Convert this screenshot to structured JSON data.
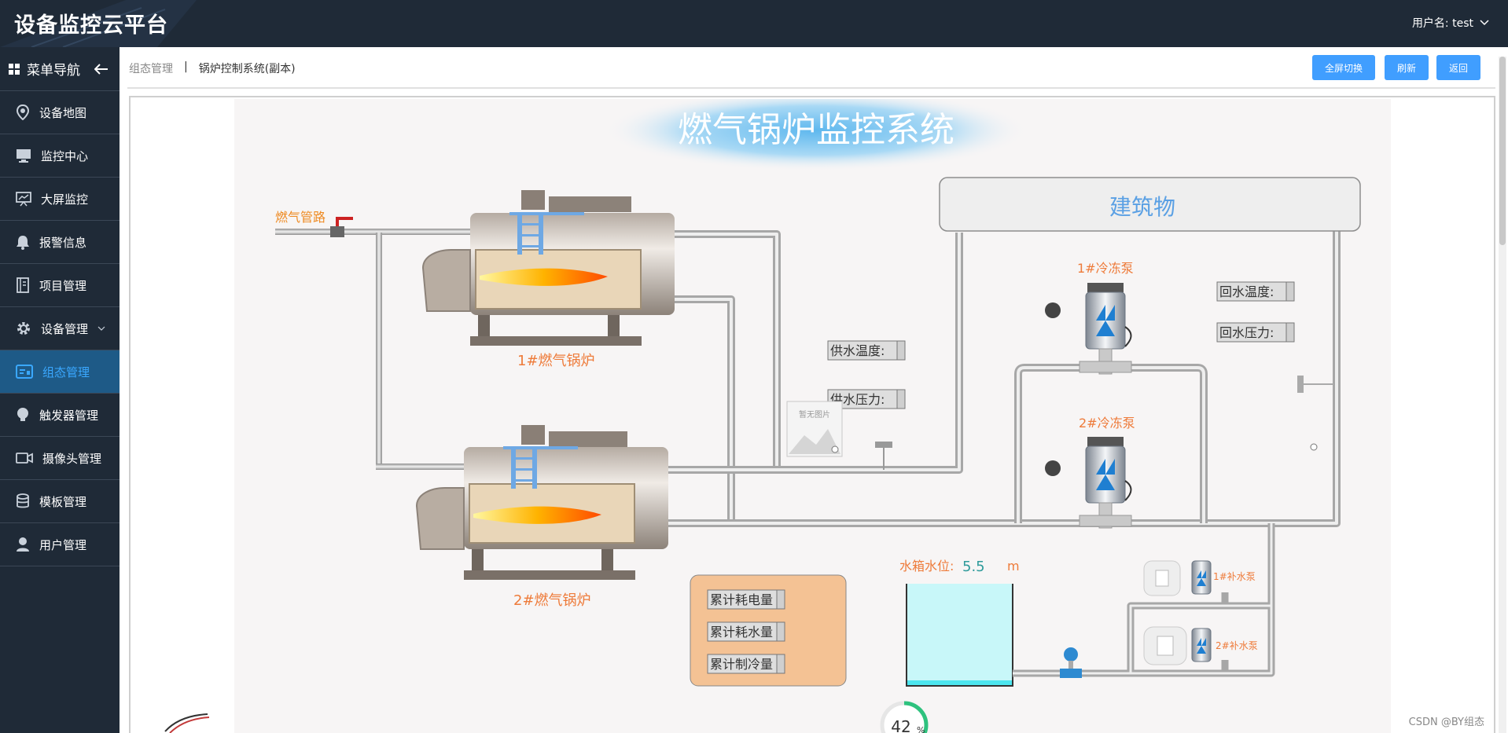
{
  "app": {
    "title": "设备监控云平台",
    "user_label": "用户名: test"
  },
  "sidebar": {
    "header": "菜单导航",
    "items": [
      {
        "label": "设备地图",
        "icon": "map-pin-icon"
      },
      {
        "label": "监控中心",
        "icon": "monitor-icon"
      },
      {
        "label": "大屏监控",
        "icon": "presentation-icon"
      },
      {
        "label": "报警信息",
        "icon": "bell-icon"
      },
      {
        "label": "项目管理",
        "icon": "book-icon"
      },
      {
        "label": "设备管理",
        "icon": "gear-icon"
      },
      {
        "label": "组态管理",
        "icon": "dashboard-card-icon"
      },
      {
        "label": "触发器管理",
        "icon": "bulb-icon"
      },
      {
        "label": "摄像头管理",
        "icon": "camera-icon"
      },
      {
        "label": "模板管理",
        "icon": "database-icon"
      },
      {
        "label": "用户管理",
        "icon": "user-icon"
      }
    ],
    "active_index": 6
  },
  "breadcrumb": {
    "root": "组态管理",
    "separator": "|",
    "current": "锅炉控制系统(副本)"
  },
  "toolbar": {
    "fullscreen": "全屏切换",
    "refresh": "刷新",
    "back": "返回"
  },
  "scene": {
    "title": "燃气锅炉监控系统",
    "gas_pipe_label": "燃气管路",
    "boiler1_label": "1#燃气锅炉",
    "boiler2_label": "2#燃气锅炉",
    "building_label": "建筑物",
    "chiller_pump1_label": "1#冷冻泵",
    "chiller_pump2_label": "2#冷冻泵",
    "supply_temp_label": "供水温度:",
    "supply_pressure_label": "供水压力:",
    "return_temp_label": "回水温度:",
    "return_pressure_label": "回水压力:",
    "no_image_text": "暂无图片",
    "power_consumption_label": "累计耗电量",
    "water_consumption_label": "累计耗水量",
    "cooling_label": "累计制冷量",
    "tank_level_label": "水箱水位:",
    "tank_level_value": "5.5",
    "tank_level_unit": "m",
    "makeup_pump1_label": "1#补水泵",
    "makeup_pump2_label": "2#补水泵",
    "progress_value": "42",
    "progress_unit": "%",
    "progress_fraction": 0.42
  },
  "watermark": "CSDN @BY组态",
  "colors": {
    "accent": "#409eff",
    "sidebar_bg": "#1f2a37",
    "active_bg": "#1e5a87",
    "label_orange": "#ee7b3a"
  }
}
